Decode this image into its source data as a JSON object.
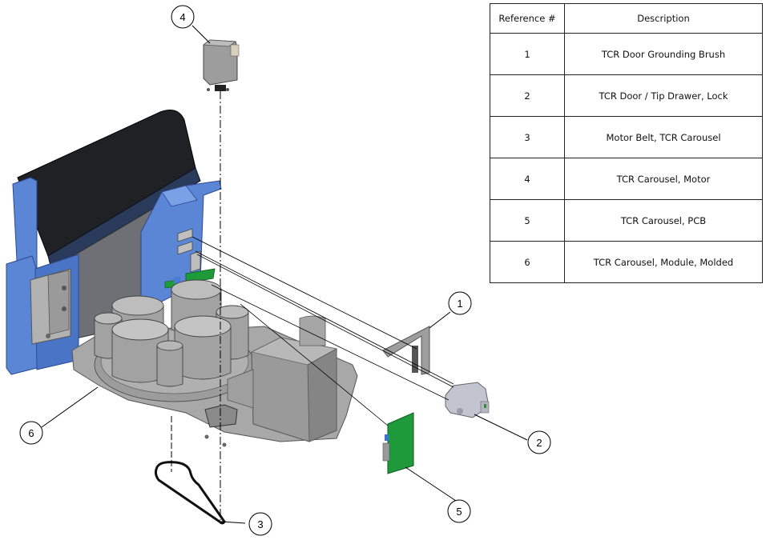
{
  "table": {
    "headers": {
      "reference": "Reference #",
      "description": "Description"
    },
    "rows": [
      {
        "ref": "1",
        "description": "TCR Door Grounding Brush"
      },
      {
        "ref": "2",
        "description": "TCR Door / Tip Drawer, Lock"
      },
      {
        "ref": "3",
        "description": "Motor Belt, TCR Carousel"
      },
      {
        "ref": "4",
        "description": "TCR Carousel, Motor"
      },
      {
        "ref": "5",
        "description": "TCR Carousel, PCB"
      },
      {
        "ref": "6",
        "description": "TCR Carousel, Module, Molded"
      }
    ]
  },
  "callouts": [
    {
      "label": "1",
      "part": "TCR Door Grounding Brush"
    },
    {
      "label": "2",
      "part": "TCR Door / Tip Drawer, Lock"
    },
    {
      "label": "3",
      "part": "Motor Belt, TCR Carousel"
    },
    {
      "label": "4",
      "part": "TCR Carousel, Motor"
    },
    {
      "label": "5",
      "part": "TCR Carousel, PCB"
    },
    {
      "label": "6",
      "part": "TCR Carousel, Module, Molded"
    }
  ],
  "colors": {
    "housing_blue": "#5b86d6",
    "housing_blue_dark": "#3f67b8",
    "panel_dark": "#1f2124",
    "panel_grey": "#6f7075",
    "part_grey": "#a8a8a8",
    "part_grey_dark": "#7c7c7c",
    "pcb_green": "#1f9a3a"
  }
}
